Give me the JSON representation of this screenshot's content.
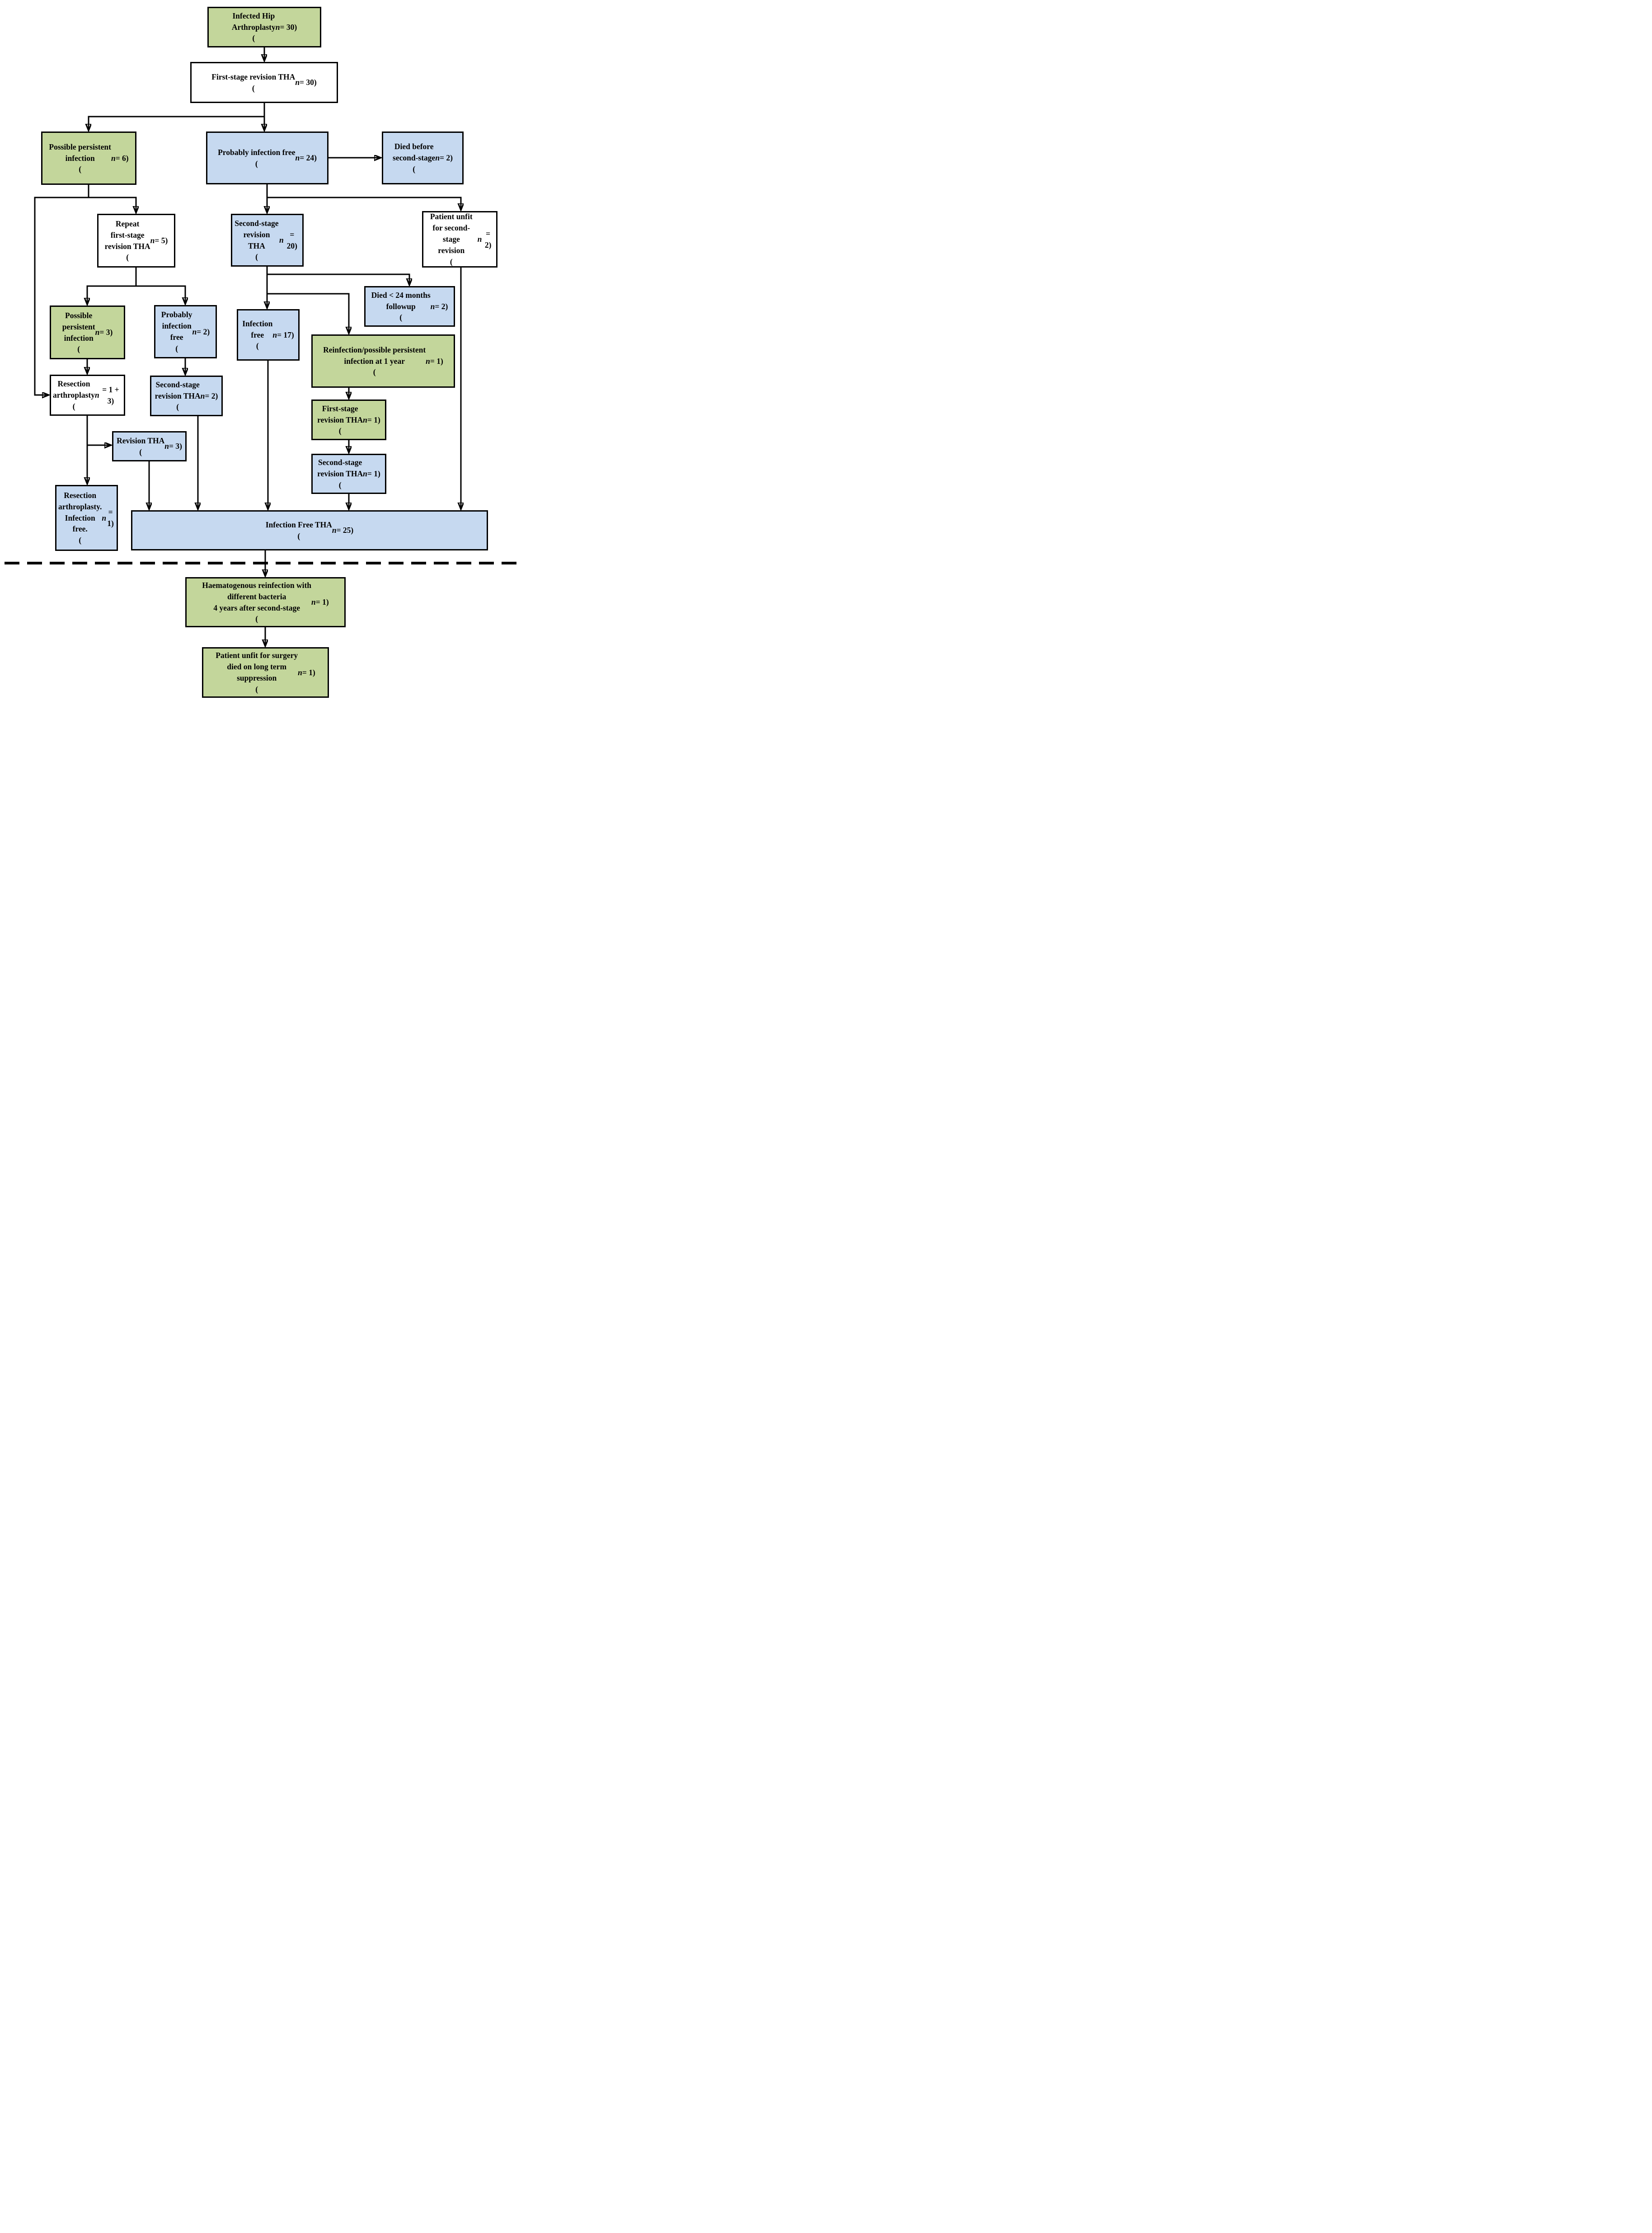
{
  "figure": {
    "type": "flowchart",
    "description": "Treatment pathway flow diagram for infected hip arthroplasty patients"
  },
  "colors": {
    "green": "#c3d69b",
    "blue": "#c6d9f0",
    "white": "#ffffff",
    "line": "#000000"
  },
  "boxes": {
    "infected_hip": {
      "label": "Infected Hip\nArthroplasty\n(n = 30)",
      "n": 30,
      "color": "green"
    },
    "first_stage_30": {
      "label": "First-stage revision THA\n(n = 30)",
      "n": 30,
      "color": "white"
    },
    "possible_persistent_6": {
      "label": "Possible persistent\ninfection\n(n = 6)",
      "n": 6,
      "color": "green"
    },
    "probably_free_24": {
      "label": "Probably infection free\n(n = 24)",
      "n": 24,
      "color": "blue"
    },
    "died_before_second": {
      "label": "Died before\nsecond-stage\n(n = 2)",
      "n": 2,
      "color": "blue"
    },
    "repeat_first_stage": {
      "label": "Repeat\nfirst-stage\nrevision THA\n(n = 5)",
      "n": 5,
      "color": "white"
    },
    "second_stage_20": {
      "label": "Second-stage\nrevision THA\n(n = 20)",
      "n": 20,
      "color": "blue"
    },
    "patient_unfit_revision": {
      "label": "Patient unfit\nfor second-stage\nrevision\n(n = 2)",
      "n": 2,
      "color": "white"
    },
    "possible_persistent_3": {
      "label": "Possible\npersistent\ninfection\n(n = 3)",
      "n": 3,
      "color": "green"
    },
    "probably_free_2": {
      "label": "Probably\ninfection\nfree\n(n = 2)",
      "n": 2,
      "color": "blue"
    },
    "infection_free_17": {
      "label": "Infection\nfree\n(n = 17)",
      "n": 17,
      "color": "blue"
    },
    "died_24_months": {
      "label": "Died < 24 months\nfollowup\n(n = 2)",
      "n": 2,
      "color": "blue"
    },
    "reinfection_1yr": {
      "label": "Reinfection/possible persistent\ninfection at 1 year\n(n = 1)",
      "n": 1,
      "color": "green"
    },
    "resection_arthroplasty": {
      "label": "Resection\narthroplasty\n(n = 1 + 3)",
      "n": "1 + 3",
      "color": "white"
    },
    "second_stage_2": {
      "label": "Second-stage\nrevision THA\n(n = 2)",
      "n": 2,
      "color": "blue"
    },
    "first_stage_1": {
      "label": "First-stage\nrevision THA\n(n = 1)",
      "n": 1,
      "color": "green"
    },
    "revision_3": {
      "label": "Revision THA\n(n = 3)",
      "n": 3,
      "color": "blue"
    },
    "second_stage_1": {
      "label": "Second-stage\nrevision THA\n(n = 1)",
      "n": 1,
      "color": "blue"
    },
    "resection_free": {
      "label": "Resection\narthroplasty.\nInfection free.\n(n = 1)",
      "n": 1,
      "color": "blue"
    },
    "infection_free_tha": {
      "label": "Infection Free THA\n(n = 25)",
      "n": 25,
      "color": "blue"
    },
    "haematogenous": {
      "label": "Haematogenous reinfection with\ndifferent bacteria\n4 years after second-stage\n(n = 1)",
      "n": 1,
      "color": "green"
    },
    "patient_unfit_surgery": {
      "label": "Patient unfit for surgery\ndied on long term\nsuppression\n(n = 1)",
      "n": 1,
      "color": "green"
    }
  }
}
